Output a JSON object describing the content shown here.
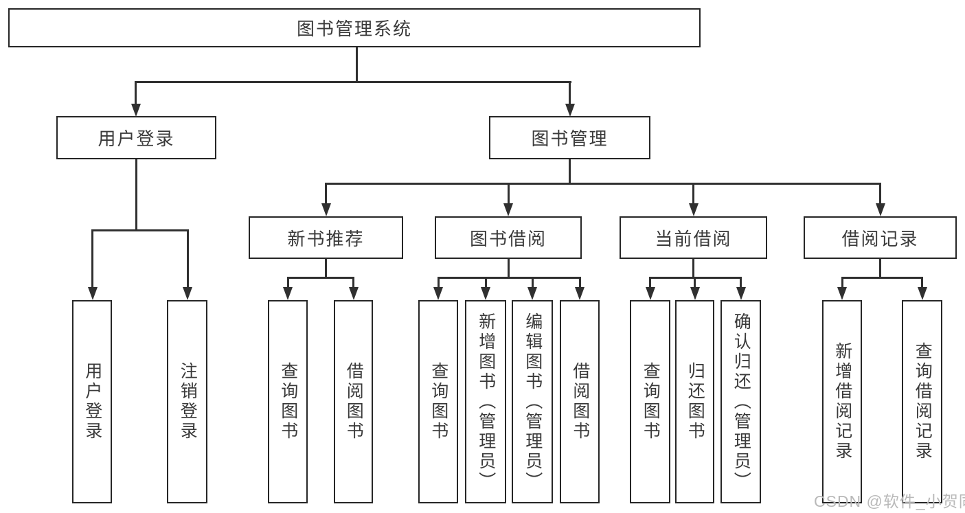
{
  "diagram": {
    "root": {
      "label": "图书管理系统"
    },
    "branches": [
      {
        "label": "用户登录",
        "children": [
          {
            "label": "用户登录"
          },
          {
            "label": "注销登录"
          }
        ]
      },
      {
        "label": "图书管理",
        "children": [
          {
            "label": "新书推荐",
            "children": [
              {
                "label": "查询图书"
              },
              {
                "label": "借阅图书"
              }
            ]
          },
          {
            "label": "图书借阅",
            "children": [
              {
                "label": "查询图书"
              },
              {
                "label": "新增图书（管理员）"
              },
              {
                "label": "编辑图书（管理员）"
              },
              {
                "label": "借阅图书"
              }
            ]
          },
          {
            "label": "当前借阅",
            "children": [
              {
                "label": "查询图书"
              },
              {
                "label": "归还图书"
              },
              {
                "label": "确认归还（管理员）"
              }
            ]
          },
          {
            "label": "借阅记录",
            "children": [
              {
                "label": "新增借阅记录"
              },
              {
                "label": "查询借阅记录"
              }
            ]
          }
        ]
      }
    ]
  },
  "watermark": {
    "text": "CSDN @软件_小贺同学"
  },
  "colors": {
    "background": "#ffffff",
    "line": "#303030",
    "box_border": "#262626",
    "text": "#3a3a3a",
    "watermark_text": "#b9b9b9"
  }
}
